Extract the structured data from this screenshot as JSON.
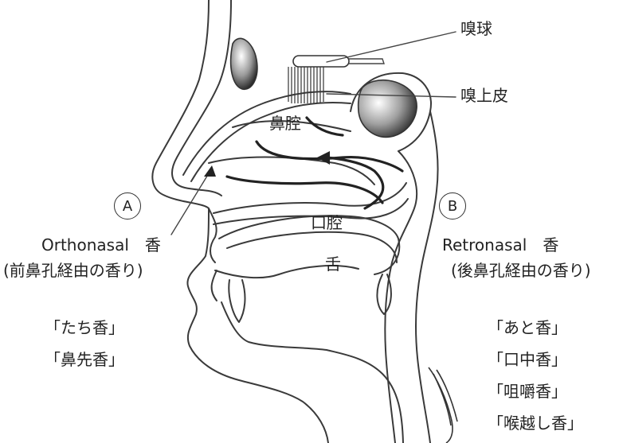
{
  "labels": {
    "olfactory_bulb": "嗅球",
    "olfactory_epithelium": "嗅上皮",
    "nasal_cavity": "鼻腔",
    "oral_cavity": "口腔",
    "tongue": "舌"
  },
  "route_a": {
    "marker": "A",
    "name": "Orthonasal　香",
    "description": "(前鼻孔経由の香り)",
    "aromas": [
      "「たち香」",
      "「鼻先香」"
    ]
  },
  "route_b": {
    "marker": "B",
    "name": "Retronasal　香",
    "description": "(後鼻孔経由の香り)",
    "aromas": [
      "「あと香」",
      "「口中香」",
      "「咀嚼香」",
      "「喉越し香」"
    ]
  }
}
